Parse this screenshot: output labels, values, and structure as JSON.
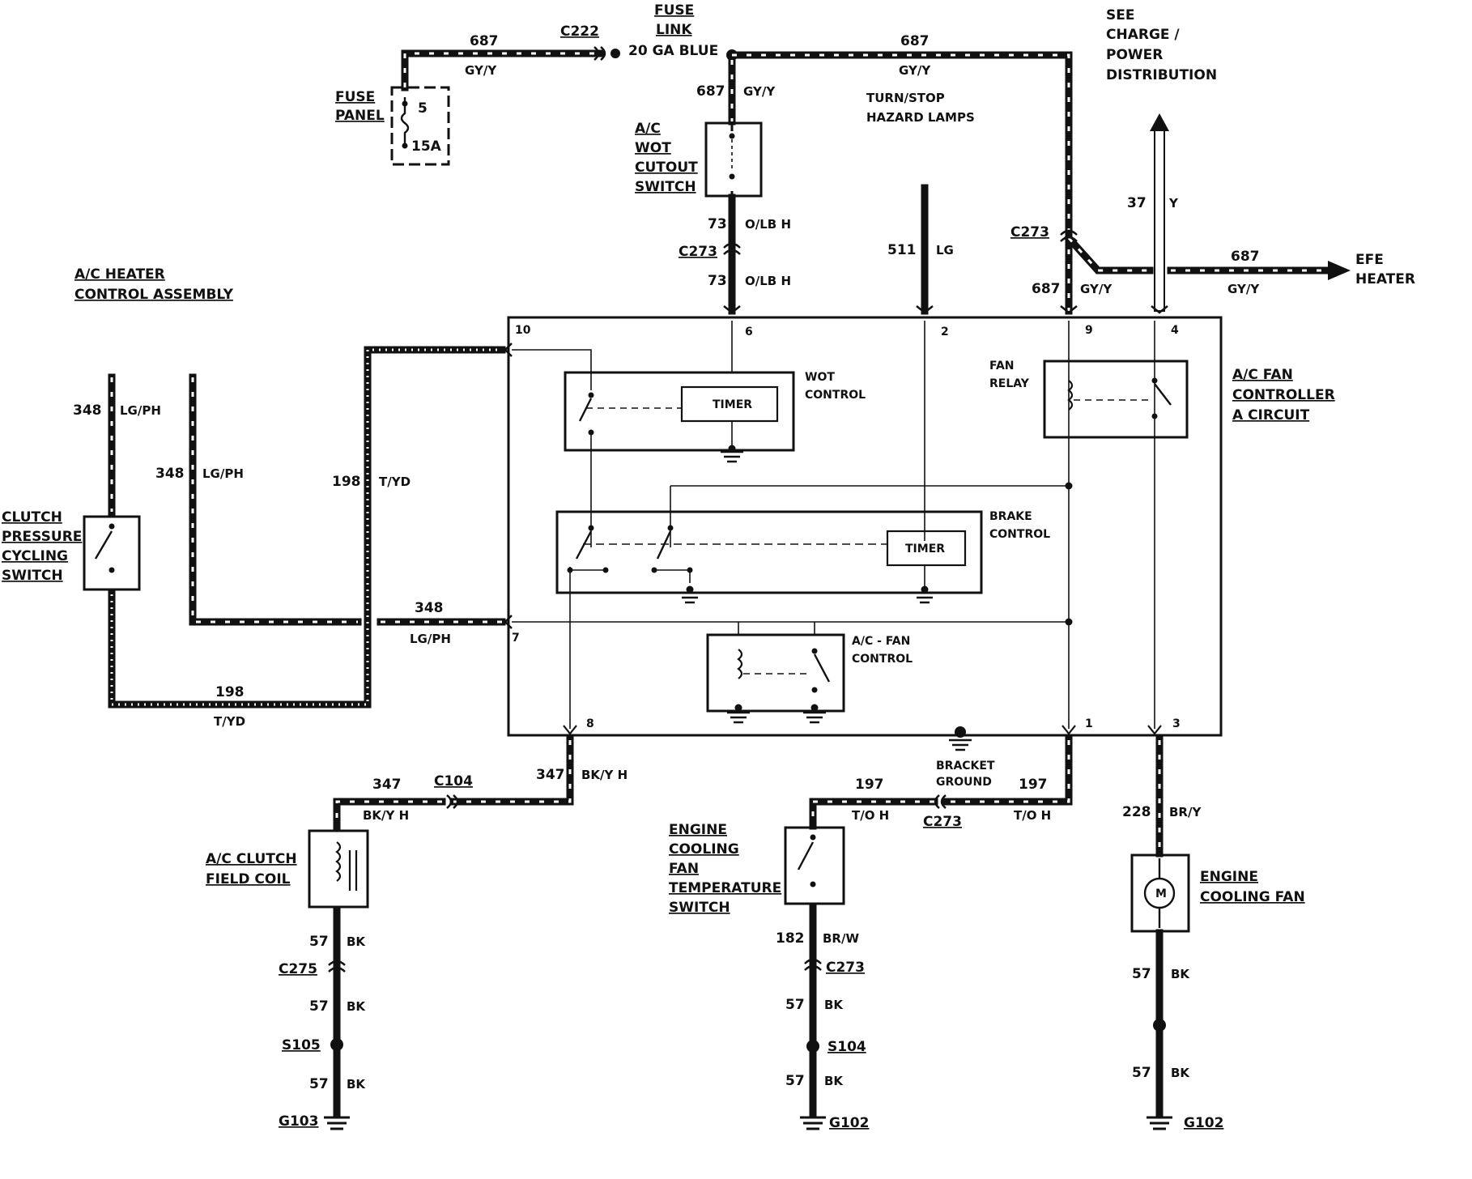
{
  "labels": {
    "fuse_link": [
      "FUSE",
      "LINK"
    ],
    "fuse_link_gauge": "20 GA BLUE",
    "fuse_panel": [
      "FUSE",
      "PANEL"
    ],
    "fuse_number": "5",
    "fuse_rating": "15A",
    "c222": "C222",
    "c273": "C273",
    "c104": "C104",
    "c275": "C275",
    "s105": "S105",
    "s104": "S104",
    "g103": "G103",
    "g102": "G102",
    "wot_cutout_switch": [
      "A/C",
      "WOT",
      "CUTOUT",
      "SWITCH"
    ],
    "turn_stop_hazard": [
      "TURN/STOP",
      "HAZARD LAMPS"
    ],
    "see_charge": [
      "SEE",
      "CHARGE /",
      "POWER",
      "DISTRIBUTION"
    ],
    "efe_heater": [
      "EFE",
      "HEATER"
    ],
    "ac_heater_control": [
      "A/C HEATER",
      "CONTROL ASSEMBLY"
    ],
    "clutch_pressure_switch": [
      "CLUTCH",
      "PRESSURE",
      "CYCLING",
      "SWITCH"
    ],
    "ac_fan_controller": [
      "A/C FAN",
      "CONTROLLER",
      "A CIRCUIT"
    ],
    "wot_control": [
      "WOT",
      "CONTROL"
    ],
    "timer": "TIMER",
    "fan_relay": [
      "FAN",
      "RELAY"
    ],
    "brake_control": [
      "BRAKE",
      "CONTROL"
    ],
    "ac_fan_control": [
      "A/C - FAN",
      "CONTROL"
    ],
    "bracket_ground": [
      "BRACKET",
      "GROUND"
    ],
    "ac_clutch_coil": [
      "A/C CLUTCH",
      "FIELD COIL"
    ],
    "engine_cooling_fan_temp_switch": [
      "ENGINE",
      "COOLING",
      "FAN",
      "TEMPERATURE",
      "SWITCH"
    ],
    "engine_cooling_fan": [
      "ENGINE",
      "COOLING FAN"
    ],
    "motor_symbol": "M"
  },
  "wires": {
    "w687": "687",
    "gy_y": "GY/Y",
    "w73": "73",
    "o_lb_h": "O/LB H",
    "w511": "511",
    "lg": "LG",
    "w37": "37",
    "y": "Y",
    "w348": "348",
    "lg_ph": "LG/PH",
    "w198": "198",
    "t_yd": "T/YD",
    "w347": "347",
    "bk_y_h": "BK/Y H",
    "w197": "197",
    "t_o_h": "T/O H",
    "w228": "228",
    "br_y": "BR/Y",
    "w57": "57",
    "bk": "BK",
    "w182": "182",
    "br_w": "BR/W"
  },
  "pins": {
    "p10": "10",
    "p6": "6",
    "p2": "2",
    "p9": "9",
    "p4": "4",
    "p7": "7",
    "p8": "8",
    "p1": "1",
    "p3": "3"
  }
}
